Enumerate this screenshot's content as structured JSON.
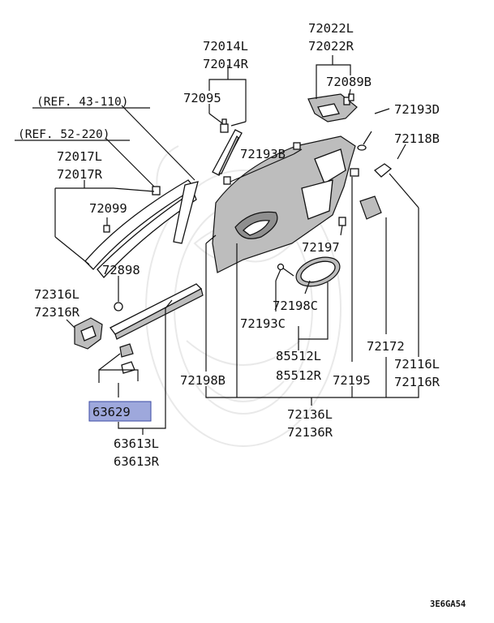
{
  "refs": {
    "ref_43": "(REF. 43-110)",
    "ref_52": "(REF. 52-220)"
  },
  "labels": {
    "p72022L": "72022L",
    "p72022R": "72022R",
    "p72014L": "72014L",
    "p72014R": "72014R",
    "p72089B": "72089B",
    "p72095": "72095",
    "p72193D": "72193D",
    "p72118B": "72118B",
    "p72017L": "72017L",
    "p72017R": "72017R",
    "p72193B": "72193B",
    "p72099": "72099",
    "p72197": "72197",
    "p72898": "72898",
    "p72316L": "72316L",
    "p72316R": "72316R",
    "p72198C": "72198C",
    "p72193C": "72193C",
    "p72172": "72172",
    "p85512L": "85512L",
    "p85512R": "85512R",
    "p72116L": "72116L",
    "p72116R": "72116R",
    "p72198B": "72198B",
    "p72195": "72195",
    "p63629": "63629",
    "p72136L": "72136L",
    "p72136R": "72136R",
    "p63613L": "63613L",
    "p63613R": "63613R"
  },
  "highlight_color": "#9ea8dc",
  "diagram_code": "3E6GA54"
}
